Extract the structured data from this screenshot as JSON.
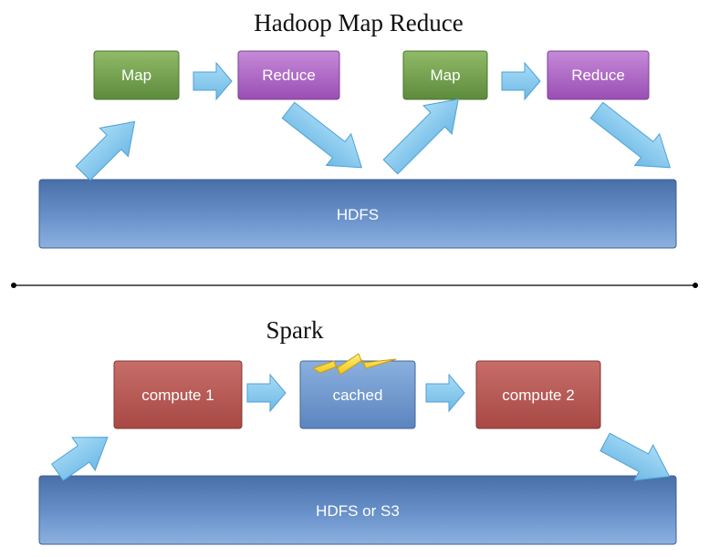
{
  "hadoop": {
    "title": "Hadoop Map Reduce",
    "map1": "Map",
    "reduce1": "Reduce",
    "map2": "Map",
    "reduce2": "Reduce",
    "storage": "HDFS"
  },
  "spark": {
    "title": "Spark",
    "compute1": "compute 1",
    "cached": "cached",
    "compute2": "compute 2",
    "storage": "HDFS or S3"
  },
  "colors": {
    "map": "#6f9a49",
    "reduce": "#a75fc0",
    "compute": "#b25450",
    "cached": "#6b95cc",
    "storage": "#6a92ca",
    "arrow": "#8dccef",
    "lightning": "#f5d327"
  },
  "icons": {
    "flow-arrow": "block-arrow-icon",
    "cache-marker": "lightning-icon"
  }
}
